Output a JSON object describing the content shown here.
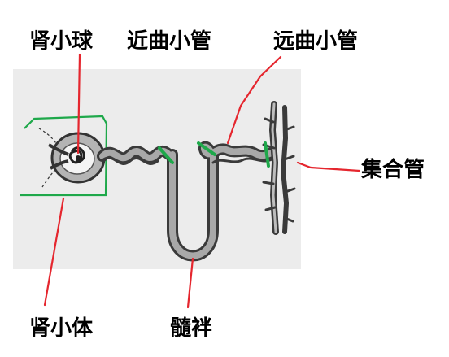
{
  "labels": {
    "glomerulus": "肾小球",
    "proximal_tubule": "近曲小管",
    "distal_tubule": "远曲小管",
    "collecting_duct": "集合管",
    "renal_corpuscle": "肾小体",
    "loop_of_henle": "髓袢"
  },
  "colors": {
    "pointer": "#e5262e",
    "marker": "#1ea84a",
    "tube": "#3a3a3a",
    "tube_fill": "#a8a8a8",
    "panel": "#ececec"
  }
}
